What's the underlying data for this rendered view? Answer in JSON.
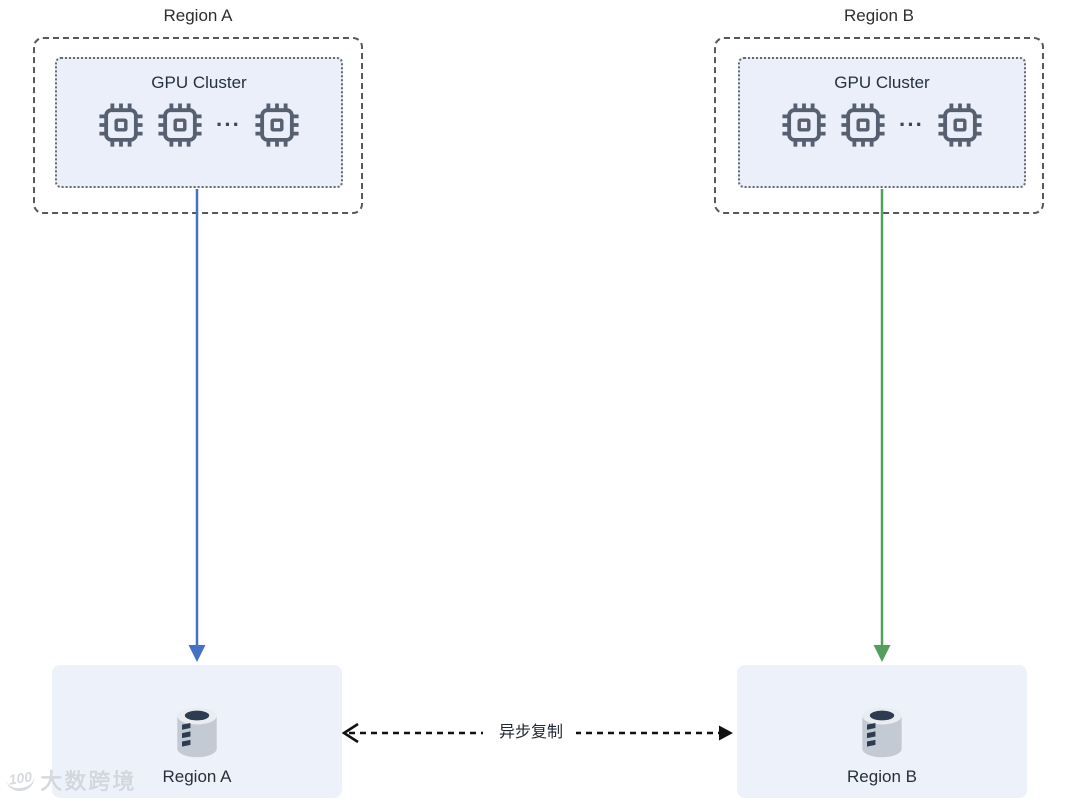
{
  "regions": {
    "a": {
      "title": "Region A",
      "cluster": {
        "label": "GPU Cluster",
        "ellipsis": "···",
        "chips_shown": 3
      },
      "storage": {
        "label": "Region A"
      },
      "arrow": {
        "direction": "down",
        "color": "#4472c4"
      }
    },
    "b": {
      "title": "Region B",
      "cluster": {
        "label": "GPU Cluster",
        "ellipsis": "···",
        "chips_shown": 3
      },
      "storage": {
        "label": "Region B"
      },
      "arrow": {
        "direction": "down",
        "color": "#53a05e"
      }
    }
  },
  "replication": {
    "label": "异步复制",
    "style": "dashed",
    "bidirectional": true,
    "color": "#111111"
  },
  "watermark": {
    "logo": "100",
    "text": "大数跨境"
  },
  "colors": {
    "outer_border": "#55585c",
    "inner_border": "#646a70",
    "cluster_fill": "#ebeffa",
    "storage_fill": "#edf2fa",
    "chip": "#566070",
    "arrow_blue": "#4472c4",
    "arrow_green": "#53a05e",
    "replication_line": "#111111",
    "text_dark": "#25303e",
    "db_body": "#c3cad3",
    "db_rim": "#e9edf1",
    "db_dark": "#2d3c50"
  }
}
